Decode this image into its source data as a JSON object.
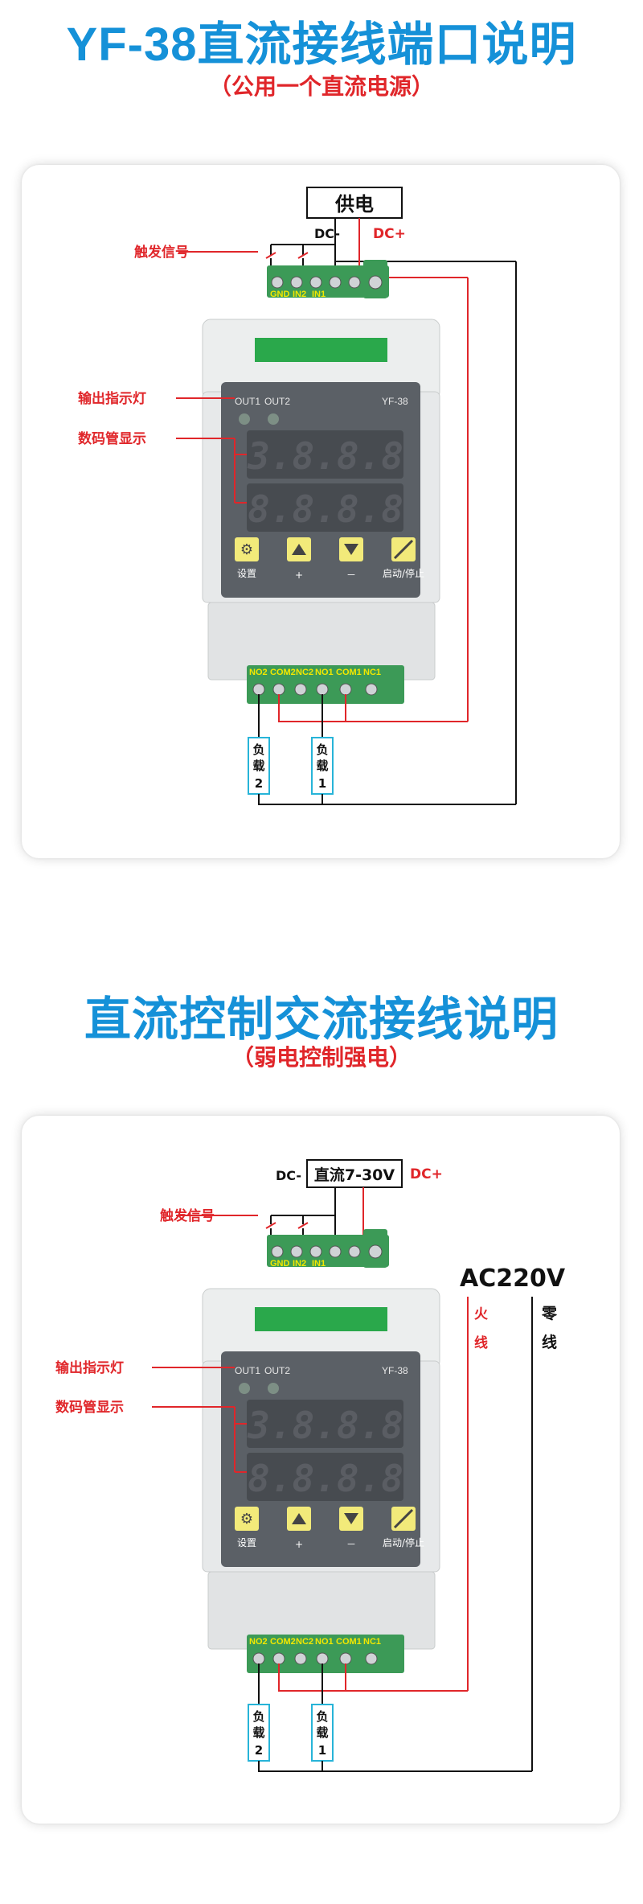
{
  "section1": {
    "title": "YF-38直流接线端口说明",
    "subtitle": "（公用一个直流电源）",
    "power_box": "供电",
    "dc_minus": "DC-",
    "dc_plus": "DC+",
    "trigger_label": "触发信号",
    "led_label": "输出指示灯",
    "display_label": "数码管显示"
  },
  "section2": {
    "title": "直流控制交流接线说明",
    "subtitle": "（弱电控制强电）",
    "power_box": "直流7-30V",
    "dc_minus": "DC-",
    "dc_plus": "DC+",
    "trigger_label": "触发信号",
    "led_label": "输出指示灯",
    "display_label": "数码管显示",
    "ac_label": "AC220V",
    "live_label": [
      "火",
      "线"
    ],
    "neutral_label": [
      "零",
      "线"
    ]
  },
  "device": {
    "model": "YF-38",
    "led1": "OUT1",
    "led2": "OUT2",
    "display_top": "3.8.8.8",
    "display_bottom": "8.8.8.8",
    "top_terminals": [
      "GND",
      "IN2",
      "IN1"
    ],
    "bottom_terminals": [
      "NO2",
      "COM2",
      "NC2",
      "NO1",
      "COM1",
      "NC1"
    ],
    "btn_labels": [
      "设置",
      "+",
      "－",
      "启动/停止"
    ],
    "load1": [
      "负",
      "载",
      "1"
    ],
    "load2": [
      "负",
      "载",
      "2"
    ]
  },
  "colors": {
    "title": "#1591d8",
    "accent_red": "#e0262a",
    "terminal_green": "#3c9a57",
    "load_box_border": "#27b4d8"
  }
}
